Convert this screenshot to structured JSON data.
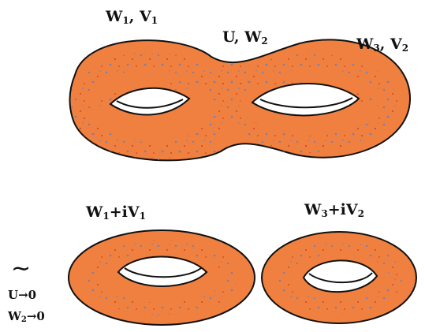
{
  "colors": {
    "surface": "#f0803f",
    "surface_dark": "#e06b2d",
    "outline": "#111111",
    "speckle_blue": "#4f7fd6",
    "speckle_red": "#b8322a"
  },
  "top_surface": {
    "label_left": {
      "base": "W",
      "sub": "1",
      "sep": ", ",
      "base2": "V",
      "sub2": "1"
    },
    "label_middle": {
      "base": "U",
      "sep": ", ",
      "base2": "W",
      "sub2": "2"
    },
    "label_right": {
      "base": "W",
      "sub": "3",
      "sep": ", ",
      "base2": "V",
      "sub2": "2"
    }
  },
  "bottom_left_torus": {
    "label": {
      "base": "W",
      "sub": "1",
      "plus": "+i",
      "base2": "V",
      "sub2": "1"
    }
  },
  "bottom_right_torus": {
    "label": {
      "base": "W",
      "sub": "3",
      "plus": "+i",
      "base2": "V",
      "sub2": "2"
    }
  },
  "limit_notes": {
    "tilde": "∼",
    "line1": {
      "base": "U",
      "arrow": "→",
      "value": "0"
    },
    "line2": {
      "base": "W",
      "sub": "2",
      "arrow": "→",
      "value": "0"
    }
  }
}
